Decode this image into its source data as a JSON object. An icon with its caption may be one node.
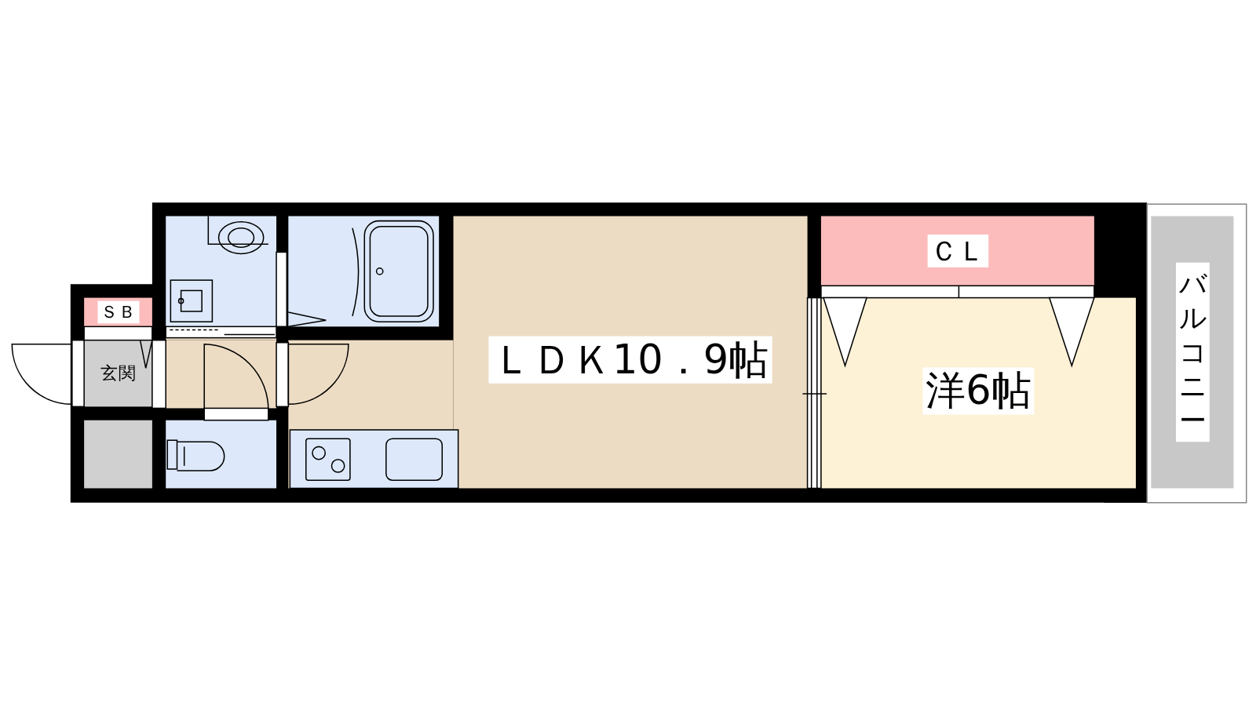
{
  "diagram": {
    "nodes": [
      {
        "text": [],
        "shape": "box"
      },
      {
        "text": [],
        "shape": "box"
      },
      {
        "text": [
          "ＣＬ"
        ]
      },
      {
        "text": [
          "バルコニー"
        ]
      },
      {
        "text": [
          "ＳＢ"
        ]
      },
      {
        "text": [
          "ＬＤＫ10．9帖"
        ]
      },
      {
        "text": [
          "洋6帖"
        ]
      },
      {
        "text": [
          "玄関"
        ]
      },
      {
        "text": [],
        "shape": "box"
      },
      {
        "text": [],
        "shape": "box"
      }
    ]
  }
}
